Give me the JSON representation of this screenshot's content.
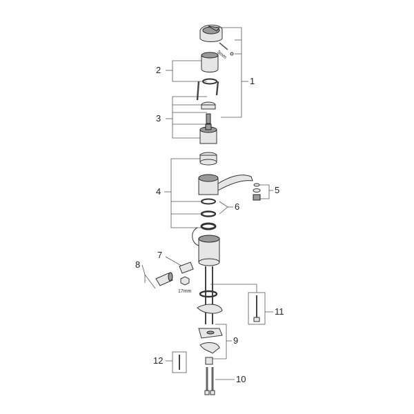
{
  "callouts": {
    "c1": "1",
    "c2": "2",
    "c3": "3",
    "c4": "4",
    "c5": "5",
    "c6": "6",
    "c7": "7",
    "c8": "8",
    "c9": "9",
    "c10": "10",
    "c11": "11",
    "c12": "12"
  },
  "annotations": {
    "hex_key": "3mm",
    "wrench_size": "17mm"
  },
  "colors": {
    "line": "#555555",
    "part_fill": "#e6e6e6",
    "part_dark": "#9a9a9a"
  }
}
